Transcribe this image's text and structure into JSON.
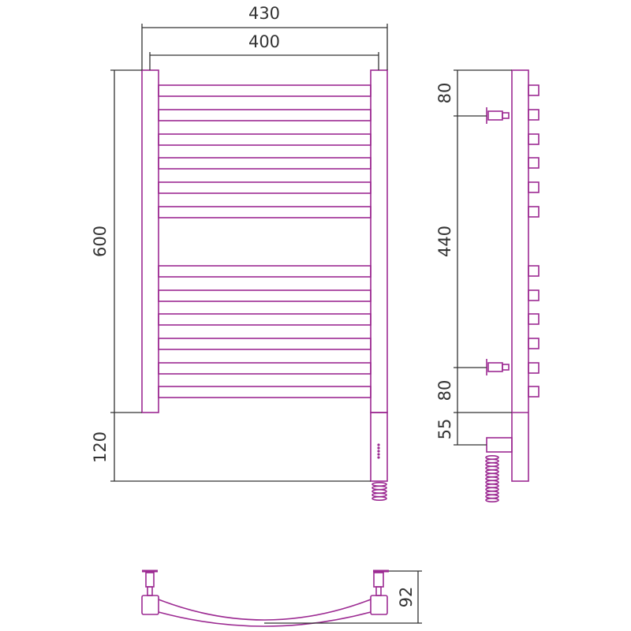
{
  "colors": {
    "product": "#9c2a92",
    "dimension": "#333333"
  },
  "dimensions": {
    "overall_width": "430",
    "center_distance": "400",
    "height": "600",
    "heater_length": "120",
    "top_offset": "80",
    "mount_distance": "440",
    "bottom_offset": "80",
    "cable_offset": "55",
    "depth": "92"
  }
}
